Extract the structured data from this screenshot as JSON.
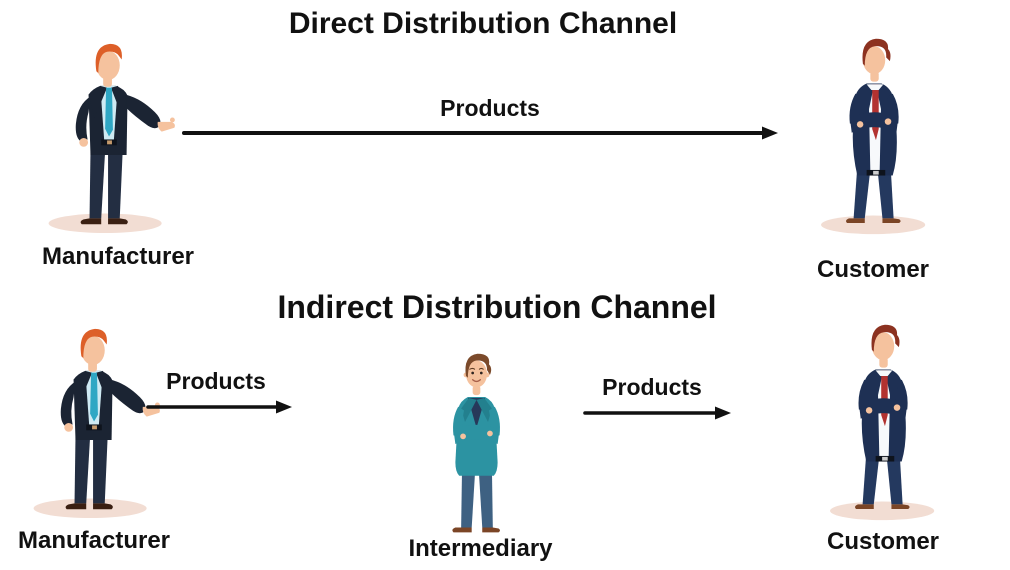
{
  "diagram": {
    "direct": {
      "title": "Direct Distribution Channel",
      "arrow_label": "Products",
      "manufacturer_label": "Manufacturer",
      "customer_label": "Customer"
    },
    "indirect": {
      "title": "Indirect Distribution Channel",
      "arrow1_label": "Products",
      "arrow2_label": "Products",
      "manufacturer_label": "Manufacturer",
      "intermediary_label": "Intermediary",
      "customer_label": "Customer"
    }
  },
  "figures": {
    "manufacturer": "businessman-orange-hair-gesturing-icon",
    "customer": "businessman-arms-crossed-red-tie-icon",
    "intermediary": "man-teal-jacket-arms-crossed-icon"
  },
  "colors": {
    "background": "#ffffff",
    "text": "#111111",
    "arrow": "#111111",
    "manufacturer_suit": "#1b2433",
    "manufacturer_pants": "#232e42",
    "manufacturer_shirt": "#cfeaf3",
    "manufacturer_tie": "#2fa7c4",
    "manufacturer_hair": "#dd5f28",
    "customer_suit": "#1e3054",
    "customer_pants": "#24395f",
    "customer_shirt": "#f7f9fb",
    "customer_tie": "#b23230",
    "customer_hair": "#8c3220",
    "intermediary_jacket": "#2c93a2",
    "intermediary_lapel": "#23808e",
    "intermediary_shirt": "#27395a",
    "intermediary_pants": "#3e6182",
    "intermediary_hair": "#7b4a2b",
    "skin": "#f5c29e",
    "shadow": "#f2ddd3",
    "shoe_dark": "#3a1f12",
    "shoe_brown": "#7b4526"
  }
}
